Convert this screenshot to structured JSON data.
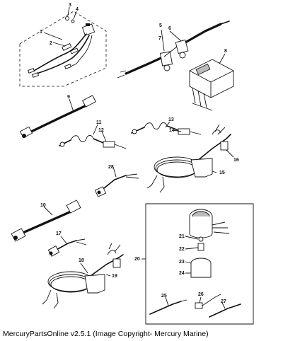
{
  "caption": "MercuryPartsOnline v2.5.1 (Image Copyright- Mercury Marine)",
  "callouts": [
    "1",
    "2",
    "3",
    "4",
    "5",
    "6",
    "7",
    "8",
    "9",
    "10",
    "11",
    "12",
    "13",
    "14",
    "15",
    "16",
    "17",
    "18",
    "19",
    "20",
    "21",
    "22",
    "23",
    "24",
    "25",
    "26",
    "27",
    "28"
  ]
}
